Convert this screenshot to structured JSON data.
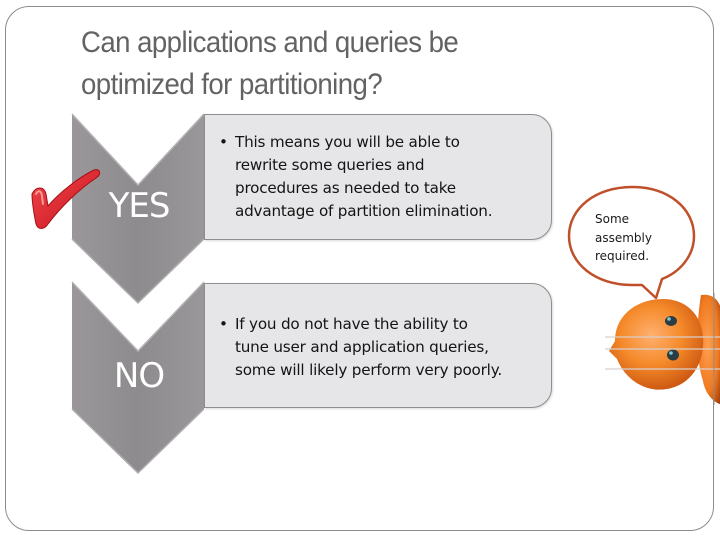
{
  "slide": {
    "title": "Can applications and queries be optimized for partitioning?",
    "title_lines": [
      "Can applications and queries be",
      "optimized for partitioning?"
    ]
  },
  "options": [
    {
      "label": "YES",
      "marker": "red-checkmark-icon",
      "bullets": [
        "This means you will be able to rewrite some queries and procedures as needed to take advantage  of partition elimination."
      ],
      "bullet_lines": [
        "This means you will be able to",
        "rewrite some queries and",
        "procedures as needed to take",
        "advantage  of partition elimination."
      ]
    },
    {
      "label": "NO",
      "bullets": [
        "If you do not have the ability to tune user and application queries, some will likely perform very poorly."
      ],
      "bullet_lines": [
        "If you do not have the ability to",
        "tune user and application queries,",
        "some will likely perform very poorly."
      ]
    }
  ],
  "callout": {
    "text": "Some assembly required.",
    "lines": [
      "Some",
      "assembly",
      "required."
    ]
  },
  "colors": {
    "title": "#636363",
    "chevron": "#8e8b8e",
    "box_fill": "#e6e5e8",
    "box_border": "#8e8e8e",
    "checkmark": "#e0202a",
    "callout_border": "#c0502a",
    "doll": "#f07a20"
  }
}
